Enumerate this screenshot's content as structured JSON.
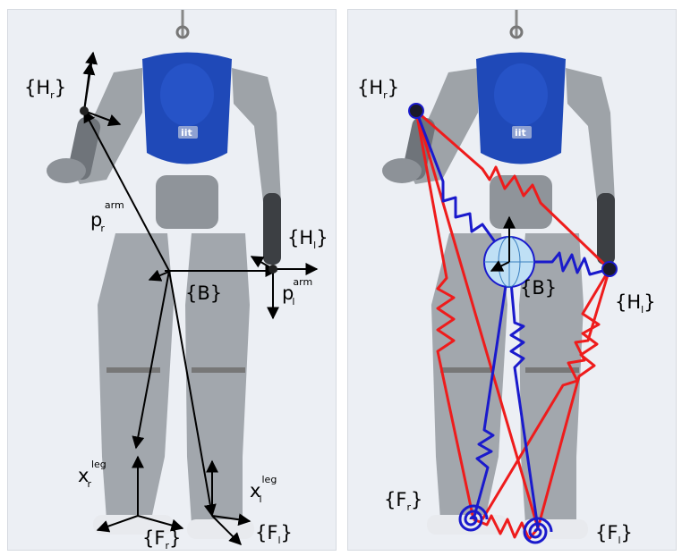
{
  "left_panel": {
    "labels": {
      "Hr": {
        "main": "{H",
        "sub": "r",
        "close": "}"
      },
      "Hl": {
        "main": "{H",
        "sub": "l",
        "close": "}"
      },
      "B": {
        "main": "{B}"
      },
      "Fr": {
        "main": "{F",
        "sub": "r",
        "close": "}"
      },
      "Fl": {
        "main": "{F",
        "sub": "l",
        "close": "}"
      },
      "pr_arm": {
        "main": "p",
        "sub": "r",
        "sup": "arm"
      },
      "pl_arm": {
        "main": "p",
        "sub": "l",
        "sup": "arm"
      },
      "xr_leg": {
        "main": "x",
        "sub": "r",
        "sup": "leg"
      },
      "xl_leg": {
        "main": "x",
        "sub": "l",
        "sup": "leg"
      }
    },
    "chest_logo": "iit"
  },
  "right_panel": {
    "labels": {
      "Hr": {
        "main": "{H",
        "sub": "r",
        "close": "}"
      },
      "Hl": {
        "main": "{H",
        "sub": "l",
        "close": "}"
      },
      "B": {
        "main": "{B}"
      },
      "Fr": {
        "main": "{F",
        "sub": "r",
        "close": "}"
      },
      "Fl": {
        "main": "{F",
        "sub": "l",
        "close": "}"
      }
    },
    "chest_logo": "iit"
  },
  "colors": {
    "background": "#eceff4",
    "robot_gray": "#9ea3a8",
    "robot_dark": "#6f747a",
    "chest_blue": "#1f49b8",
    "frame_arrows": "#000000",
    "spring_red": "#ee1c1c",
    "spring_blue": "#1a1acc",
    "base_sphere": "#bfe0f5"
  }
}
